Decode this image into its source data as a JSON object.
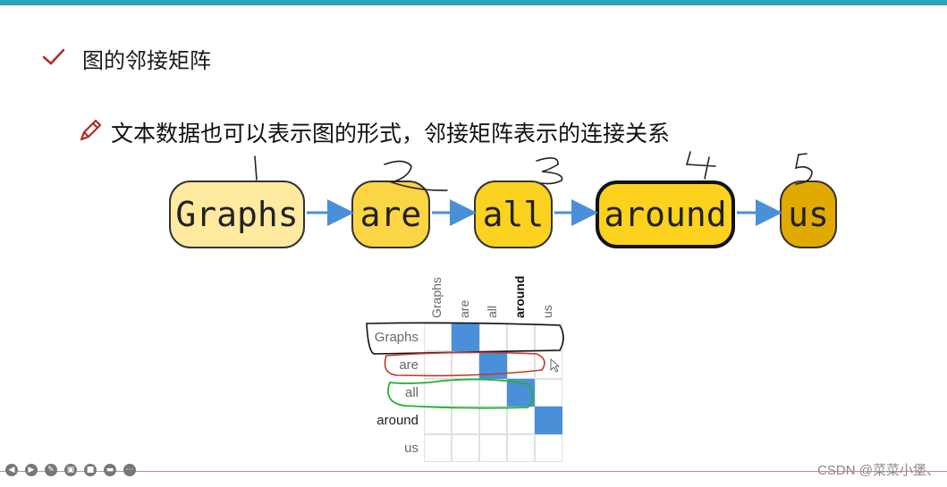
{
  "slide": {
    "title": "图的邻接矩阵",
    "subtitle": "文本数据也可以表示图的形式，邻接矩阵表示的连接关系"
  },
  "graph": {
    "nodes": [
      {
        "label": "Graphs",
        "color": "#ffeaa0"
      },
      {
        "label": "are",
        "color": "#fcd545"
      },
      {
        "label": "all",
        "color": "#fcd221"
      },
      {
        "label": "around",
        "color": "#fcd21e"
      },
      {
        "label": "us",
        "color": "#e0aa00"
      }
    ],
    "arrow_color": "#4a90d9"
  },
  "annotations": {
    "numbers": [
      "1",
      "2",
      "3",
      "4",
      "5"
    ]
  },
  "matrix": {
    "col_labels": [
      "Graphs",
      "are",
      "all",
      "around",
      "us"
    ],
    "row_labels": [
      "Graphs",
      "are",
      "all",
      "around",
      "us"
    ],
    "highlight": "around",
    "filled": [
      [
        0,
        1
      ],
      [
        1,
        2
      ],
      [
        2,
        3
      ],
      [
        3,
        4
      ]
    ],
    "fill_color": "#4a90d9"
  },
  "toolbar": {
    "icons": [
      "prev-icon",
      "next-icon",
      "pen-icon",
      "screen-icon",
      "camera-icon",
      "comment-icon",
      "more-icon"
    ]
  },
  "watermark": "CSDN @菜菜小堡、"
}
